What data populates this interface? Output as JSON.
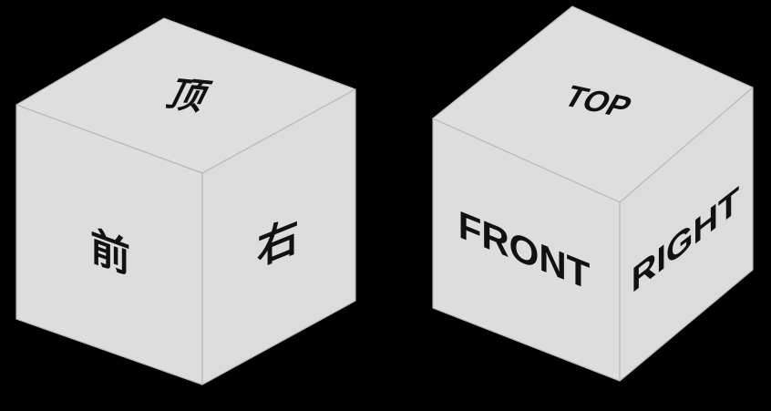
{
  "cubes": [
    {
      "id": "chinese",
      "labels": {
        "top": "顶",
        "front": "前",
        "right": "右"
      }
    },
    {
      "id": "english",
      "labels": {
        "top": "TOP",
        "front": "FRONT",
        "right": "RIGHT"
      }
    }
  ],
  "colors": {
    "background": "#000000",
    "face_top": "#dedede",
    "face_front": "#dddddd",
    "face_right": "#dcdcdc",
    "edge": "#b9b9b9",
    "text": "#111111"
  }
}
